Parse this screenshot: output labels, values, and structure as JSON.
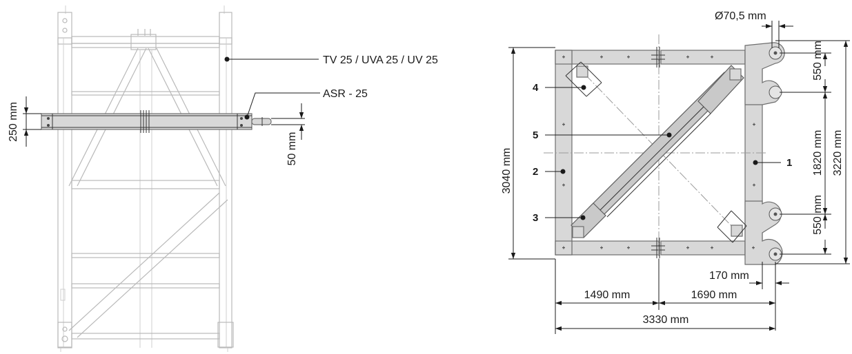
{
  "left_view": {
    "labels": {
      "tv": "TV 25 / UVA 25 / UV 25",
      "asr": "ASR - 25"
    },
    "dimensions": {
      "d250": "250 mm",
      "d50": "50 mm"
    }
  },
  "right_view": {
    "callouts": {
      "c1": "1",
      "c2": "2",
      "c3": "3",
      "c4": "4",
      "c5": "5"
    },
    "dimensions": {
      "d_dia": "Ø70,5 mm",
      "d_550_top": "550 mm",
      "d_1820": "1820 mm",
      "d_550_bot": "550 mm",
      "d_3220": "3220 mm",
      "d_3040": "3040 mm",
      "d_170": "170 mm",
      "d_1490": "1490 mm",
      "d_1690": "1690 mm",
      "d_3330": "3330 mm"
    }
  }
}
